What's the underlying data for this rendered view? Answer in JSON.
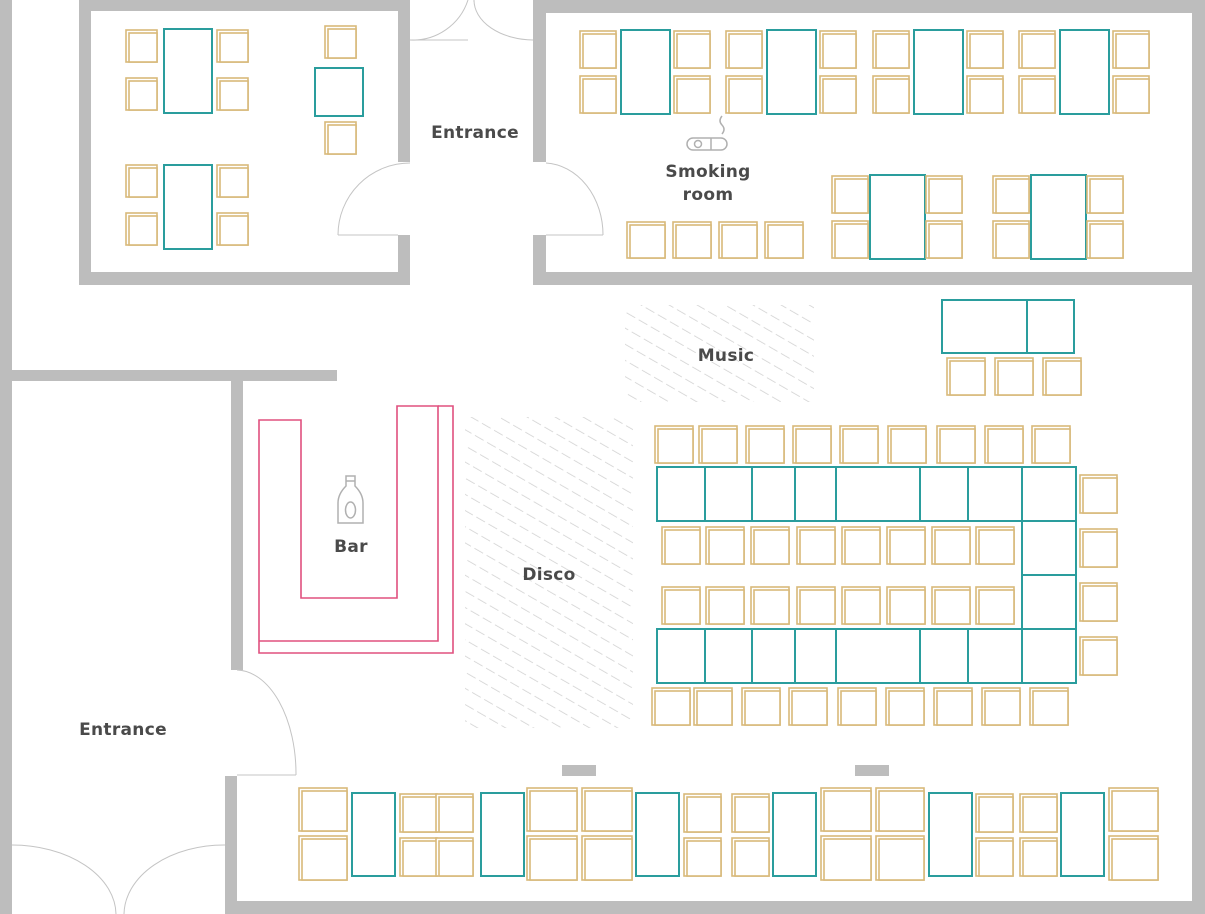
{
  "labels": {
    "entrance_top": "Entrance",
    "smoking": "Smoking",
    "room": "room",
    "music": "Music",
    "bar": "Bar",
    "disco": "Disco",
    "entrance_left": "Entrance"
  },
  "colors": {
    "wall": "#bdbdbd",
    "table": "#2a9d9d",
    "chair": "#d8b97a",
    "bar_counter": "#e0507f",
    "hatch": "#cfcfcf",
    "text": "#4a4a4a"
  },
  "icons": {
    "smoking": "cigar-icon",
    "bar": "bottle-icon"
  }
}
